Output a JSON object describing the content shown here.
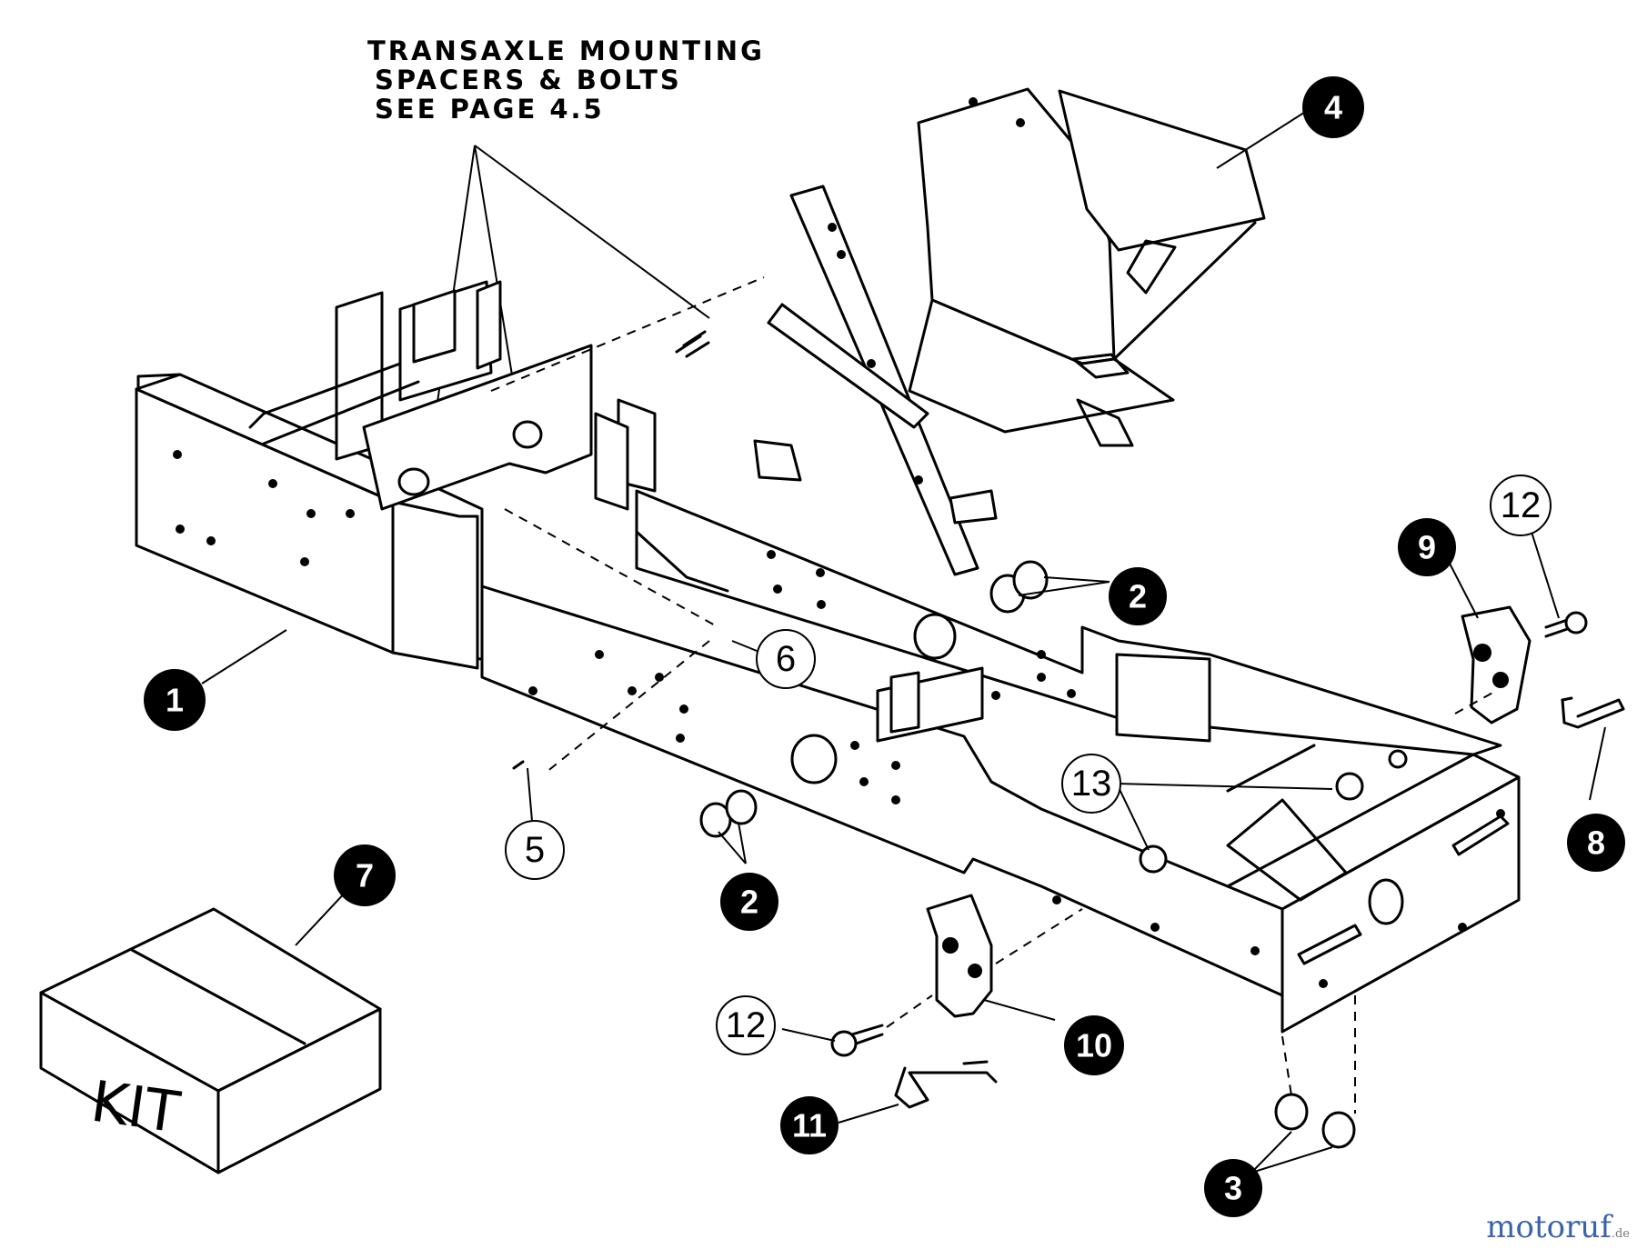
{
  "header": {
    "line1": "TRANSAXLE MOUNTING",
    "line2": "SPACERS & BOLTS",
    "line3": "SEE PAGE 4.5"
  },
  "kit_box": {
    "label": "KIT"
  },
  "callouts": {
    "c1": "1",
    "c2a": "2",
    "c2b": "2",
    "c3": "3",
    "c4": "4",
    "c5": "5",
    "c6": "6",
    "c7": "7",
    "c8": "8",
    "c9": "9",
    "c10": "10",
    "c11": "11",
    "c12a": "12",
    "c12b": "12",
    "c13": "13"
  },
  "watermark": {
    "brand": "motoruf",
    "tld": ".de"
  }
}
